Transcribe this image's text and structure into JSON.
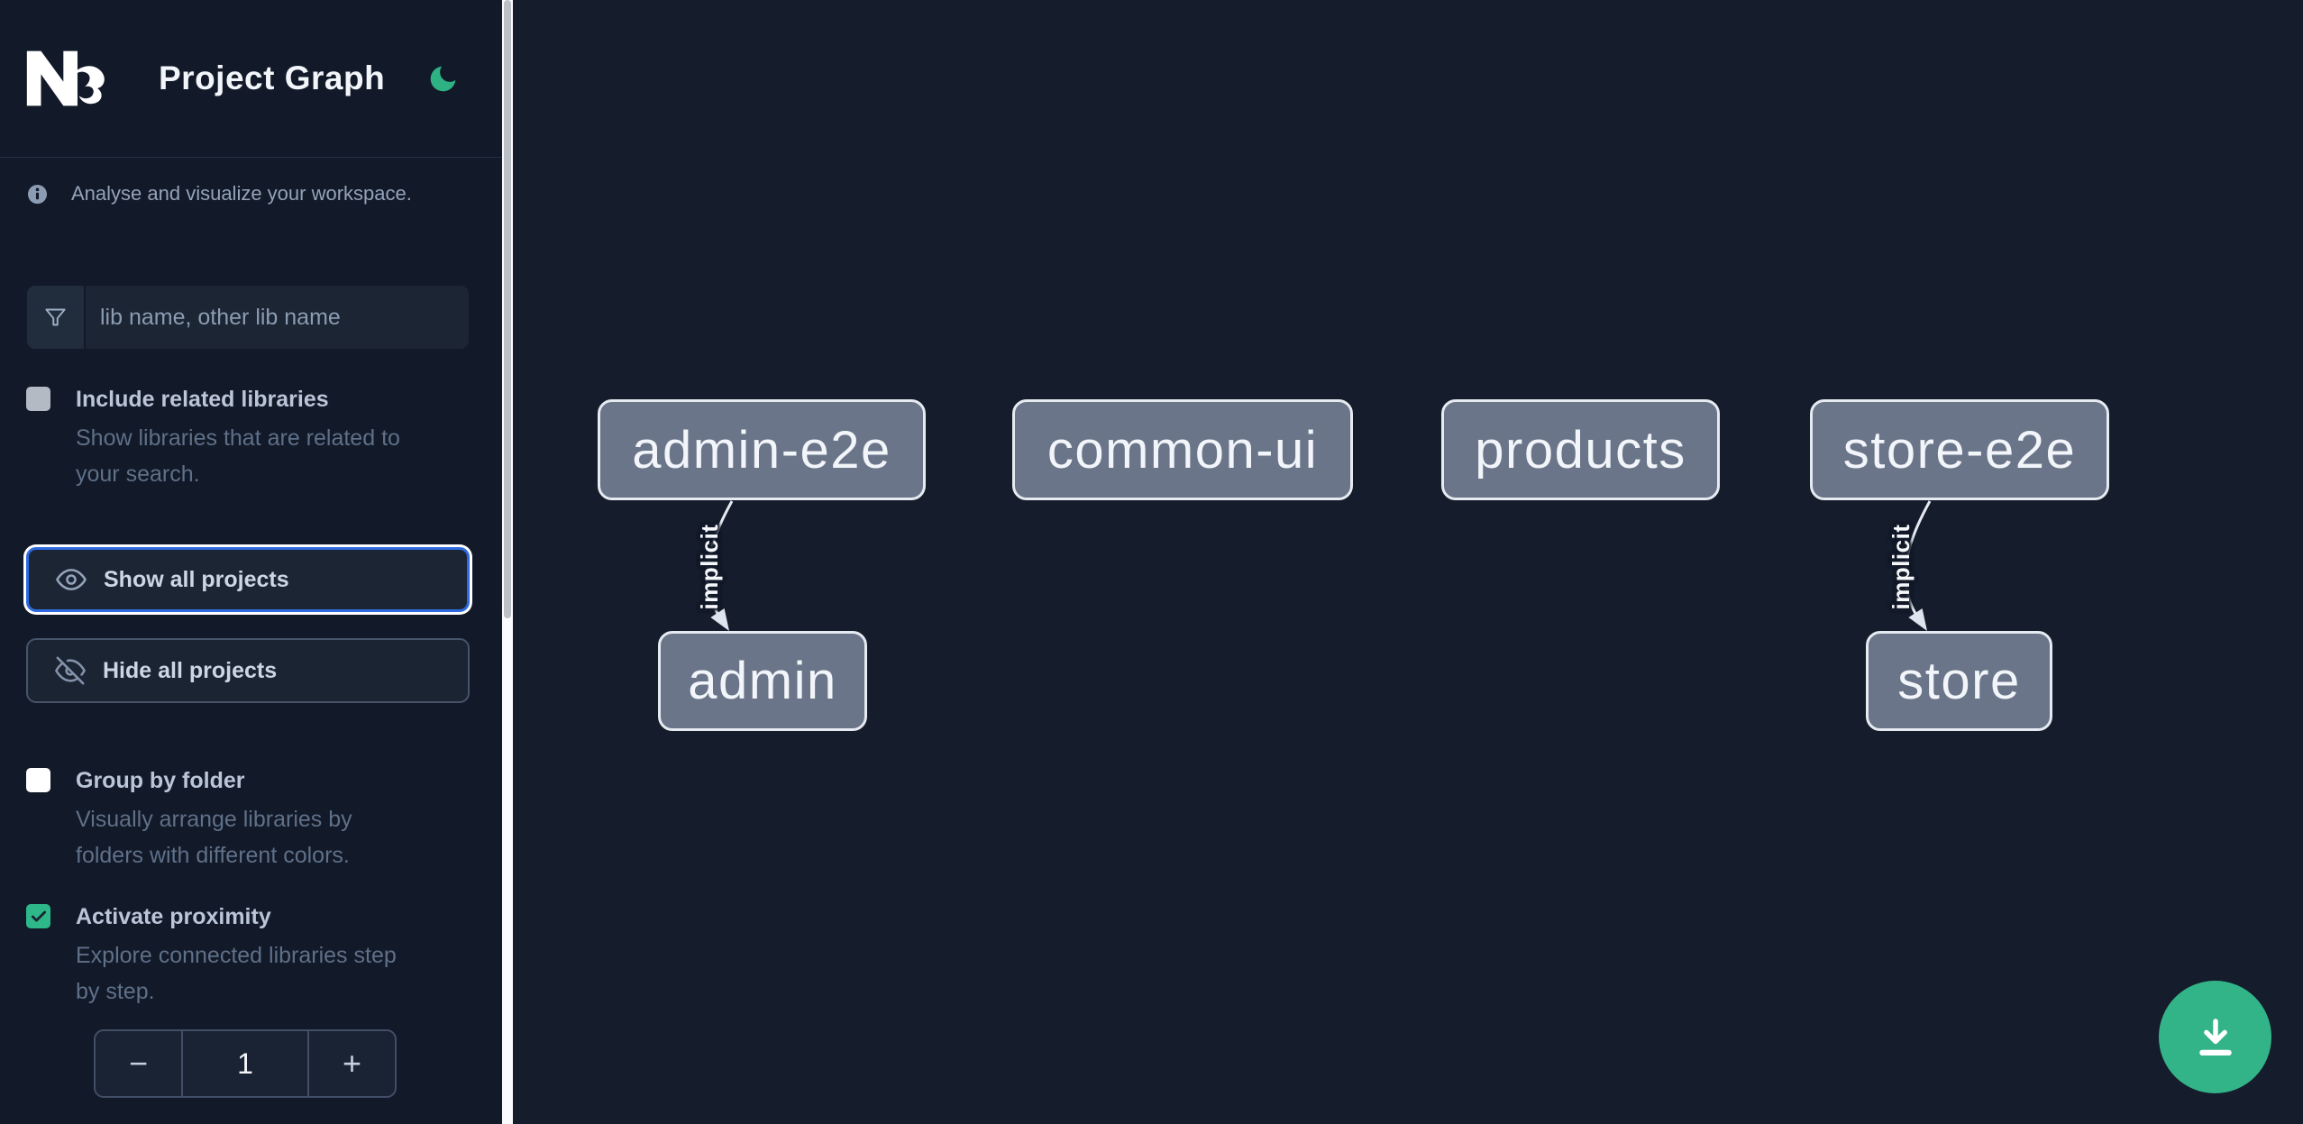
{
  "app": {
    "title": "Project Graph",
    "logo": "Nx"
  },
  "colors": {
    "accent_green": "#2eb88a",
    "focus_blue": "#2e6ae0",
    "sidebar_bg": "#121928",
    "canvas_bg": "#151c2b",
    "node_fill": "#6a7589",
    "node_border": "#e6eaf1"
  },
  "header": {
    "title": "Project Graph",
    "theme_icon": "moon-icon"
  },
  "sidebar": {
    "tagline": {
      "icon": "info-icon",
      "text": "Analyse and visualize your workspace."
    },
    "filter": {
      "icon": "funnel-icon",
      "placeholder": "lib name, other lib name",
      "value": ""
    },
    "checkboxes": [
      {
        "label": "Include related libraries",
        "checked": false,
        "description": "Show libraries that are related to your search.",
        "description_lines": [
          "Show libraries that are related to",
          "your search."
        ]
      },
      {
        "label": "Group by folder",
        "checked": false,
        "description": "Visually arrange libraries by folders with different colors.",
        "description_lines": [
          "Visually arrange libraries by",
          "folders with different colors."
        ]
      },
      {
        "label": "Activate proximity",
        "checked": true,
        "description": "Explore connected libraries step by step.",
        "description_lines": [
          "Explore connected libraries step",
          "by step."
        ]
      }
    ],
    "buttons": [
      {
        "label": "Show all projects",
        "icon": "eye-icon",
        "focused": true
      },
      {
        "label": "Hide all projects",
        "icon": "eye-off-icon",
        "focused": false
      }
    ],
    "stepper": {
      "decrement_label": "−",
      "value": "1",
      "increment_label": "+"
    }
  },
  "graph": {
    "nodes": [
      {
        "label": "admin-e2e"
      },
      {
        "label": "common-ui"
      },
      {
        "label": "products"
      },
      {
        "label": "store-e2e"
      },
      {
        "label": "admin"
      },
      {
        "label": "store"
      }
    ],
    "edges": [
      {
        "from": "admin-e2e",
        "to": "admin",
        "label": "implicit"
      },
      {
        "from": "store-e2e",
        "to": "store",
        "label": "implicit"
      }
    ]
  },
  "fab": {
    "icon": "download-icon"
  }
}
